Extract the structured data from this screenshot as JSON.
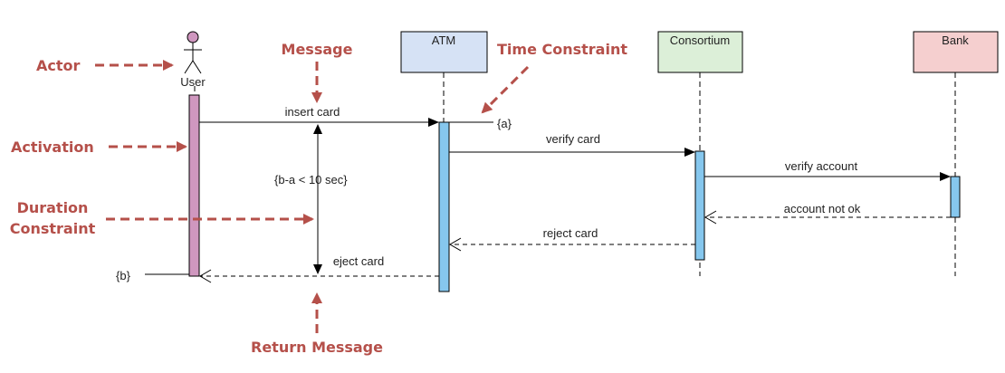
{
  "colors": {
    "callout": "#b5504a",
    "atm_fill": "#d6e2f5",
    "consortium_fill": "#dcefd8",
    "bank_fill": "#f5cfcf",
    "user_activation": "#cf97bf",
    "activation": "#86c7ee",
    "actor_head": "#cf97bf",
    "line": "#000000"
  },
  "participants": {
    "user": "User",
    "atm": "ATM",
    "consortium": "Consortium",
    "bank": "Bank"
  },
  "messages": {
    "insert_card": "insert card",
    "verify_card": "verify card",
    "verify_account": "verify account",
    "account_not_ok": "account not ok",
    "reject_card": "reject card",
    "eject_card": "eject card"
  },
  "constraints": {
    "time_a": "{a}",
    "time_b": "{b}",
    "duration": "{b-a < 10 sec}"
  },
  "callouts": {
    "actor": "Actor",
    "message": "Message",
    "time_constraint": "Time Constraint",
    "activation": "Activation",
    "duration_line1": "Duration",
    "duration_line2": "Constraint",
    "return_message": "Return Message"
  }
}
